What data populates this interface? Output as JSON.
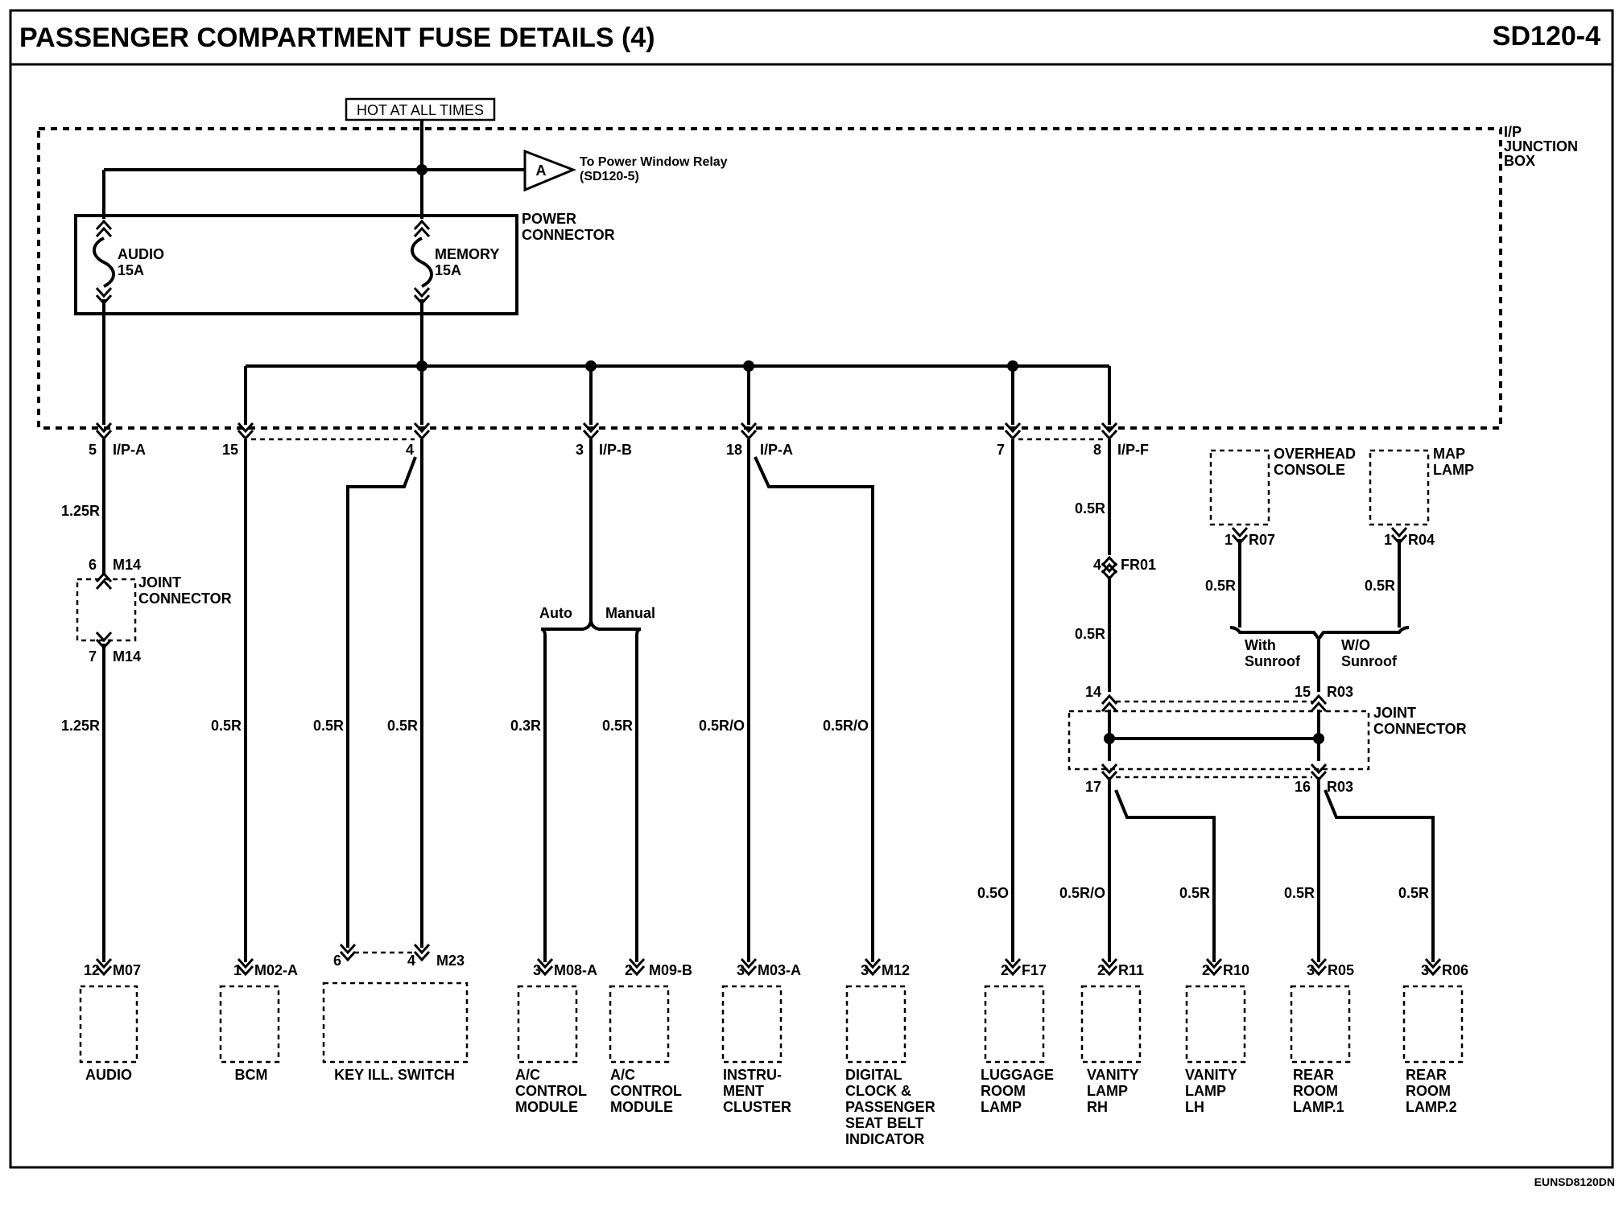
{
  "header": {
    "title": "PASSENGER COMPARTMENT FUSE DETAILS (4)",
    "code": "SD120-4"
  },
  "footer_code": "EUNSD8120DN",
  "power": {
    "source": "HOT AT ALL TIMES",
    "junction_box": [
      "I/P",
      "JUNCTION",
      "BOX"
    ],
    "power_connector": [
      "POWER",
      "CONNECTOR"
    ],
    "fuses": [
      {
        "name": "AUDIO",
        "rating": "15A"
      },
      {
        "name": "MEMORY",
        "rating": "15A"
      }
    ],
    "offpage": {
      "letter": "A",
      "line1": "To Power Window Relay",
      "line2": "(SD120-5)"
    }
  },
  "pins": {
    "ipa5": {
      "pin": "5",
      "conn": "I/P-A"
    },
    "p15": {
      "pin": "15"
    },
    "p4": {
      "pin": "4"
    },
    "ipb3": {
      "pin": "3",
      "conn": "I/P-B"
    },
    "ipa18": {
      "pin": "18",
      "conn": "I/P-A"
    },
    "p7": {
      "pin": "7"
    },
    "ipf8": {
      "pin": "8",
      "conn": "I/P-F"
    },
    "m14_6": {
      "pin": "6",
      "conn": "M14"
    },
    "m14_7": {
      "pin": "7",
      "conn": "M14"
    },
    "fr01": {
      "pin": "4",
      "conn": "FR01"
    },
    "r07": {
      "pin": "1",
      "conn": "R07"
    },
    "r04": {
      "pin": "1",
      "conn": "R04"
    },
    "r03_14": {
      "pin": "14"
    },
    "r03_15": {
      "pin": "15",
      "conn": "R03"
    },
    "r03_17": {
      "pin": "17"
    },
    "r03_16": {
      "pin": "16",
      "conn": "R03"
    }
  },
  "joint_connector": [
    "JOINT",
    "CONNECTOR"
  ],
  "top_components": {
    "overhead": [
      "OVERHEAD",
      "CONSOLE"
    ],
    "map": [
      "MAP",
      "LAMP"
    ]
  },
  "branches": {
    "auto": "Auto",
    "manual": "Manual",
    "with_sunroof": [
      "With",
      "Sunroof"
    ],
    "wo_sunroof": [
      "W/O",
      "Sunroof"
    ]
  },
  "wires": {
    "audio_upper": "1.25R",
    "audio_lower": "1.25R",
    "bcm": "0.5R",
    "key_left": "0.5R",
    "key_right": "0.5R",
    "ac_auto": "0.3R",
    "ac_manual": "0.5R",
    "cluster": "0.5R/O",
    "clock": "0.5R/O",
    "luggage": "0.5O",
    "fr01_upper": "0.5R",
    "fr01_lower": "0.5R",
    "overhead": "0.5R",
    "map": "0.5R",
    "vanity_rh": "0.5R/O",
    "vanity_lh": "0.5R",
    "rear1": "0.5R",
    "rear2": "0.5R"
  },
  "components": [
    {
      "pin": "12",
      "conn": "M07",
      "label": [
        "AUDIO"
      ]
    },
    {
      "pin": "1",
      "conn": "M02-A",
      "label": [
        "BCM"
      ]
    },
    {
      "pin": "6",
      "pin2": "4",
      "conn": "M23",
      "label": [
        "KEY ILL. SWITCH"
      ]
    },
    {
      "pin": "3",
      "conn": "M08-A",
      "label": [
        "A/C",
        "CONTROL",
        "MODULE"
      ]
    },
    {
      "pin": "2",
      "conn": "M09-B",
      "label": [
        "A/C",
        "CONTROL",
        "MODULE"
      ]
    },
    {
      "pin": "3",
      "conn": "M03-A",
      "label": [
        "INSTRU-",
        "MENT",
        "CLUSTER"
      ]
    },
    {
      "pin": "3",
      "conn": "M12",
      "label": [
        "DIGITAL",
        "CLOCK &",
        "PASSENGER",
        "SEAT BELT",
        "INDICATOR"
      ]
    },
    {
      "pin": "2",
      "conn": "F17",
      "label": [
        "LUGGAGE",
        "ROOM",
        "LAMP"
      ]
    },
    {
      "pin": "2",
      "conn": "R11",
      "label": [
        "VANITY",
        "LAMP",
        "RH"
      ]
    },
    {
      "pin": "2",
      "conn": "R10",
      "label": [
        "VANITY",
        "LAMP",
        "LH"
      ]
    },
    {
      "pin": "3",
      "conn": "R05",
      "label": [
        "REAR",
        "ROOM",
        "LAMP.1"
      ]
    },
    {
      "pin": "3",
      "conn": "R06",
      "label": [
        "REAR",
        "ROOM",
        "LAMP.2"
      ]
    }
  ]
}
